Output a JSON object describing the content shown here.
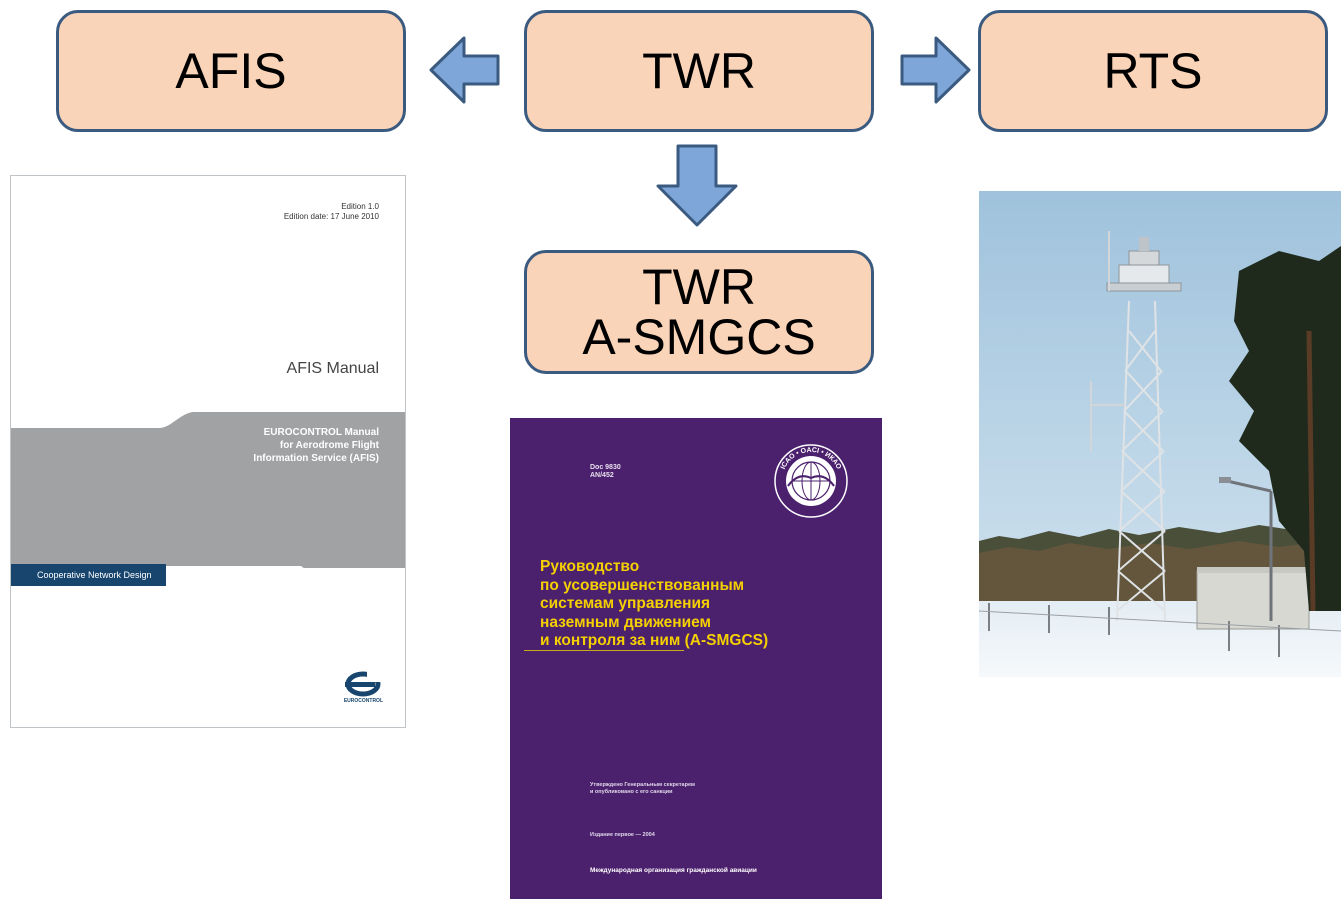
{
  "boxes": {
    "afis": "AFIS",
    "twr": "TWR",
    "rts": "RTS",
    "twr_asmgcs_line1": "TWR",
    "twr_asmgcs_line2": "A-SMGCS"
  },
  "afis_manual": {
    "edition": "Edition 1.0",
    "edition_date": "Edition date: 17 June 2010",
    "title": "AFIS Manual",
    "band_line1": "EUROCONTROL Manual",
    "band_line2": "for Aerodrome Flight",
    "band_line3": "Information Service (AFIS)",
    "tab": "Cooperative Network Design",
    "logo_text": "EUROCONTROL"
  },
  "icao_doc": {
    "doc": "Doc 9830",
    "an": "AN/452",
    "emblem_ring_text": "ICAO • OACI • ИКАО",
    "title_lines": [
      "Руководство",
      "по усовершенствованным",
      "системам управления",
      "наземным движением",
      "и контроля за ним (A-SMGCS)"
    ],
    "approved_line1": "Утверждено Генеральным секретарем",
    "approved_line2": "и опубликовано с его санкции",
    "edition": "Издание первое — 2004",
    "organization": "Международная организация гражданской авиации"
  },
  "colors": {
    "box_fill": "#fad4b8",
    "box_border": "#3b5a7f",
    "arrow_fill": "#7ea6d8",
    "arrow_stroke": "#3b5a7f",
    "afis_band": "#a0a2a4",
    "afis_tab": "#17456e",
    "icao_cover": "#4b206d",
    "icao_title": "#f5d000"
  }
}
